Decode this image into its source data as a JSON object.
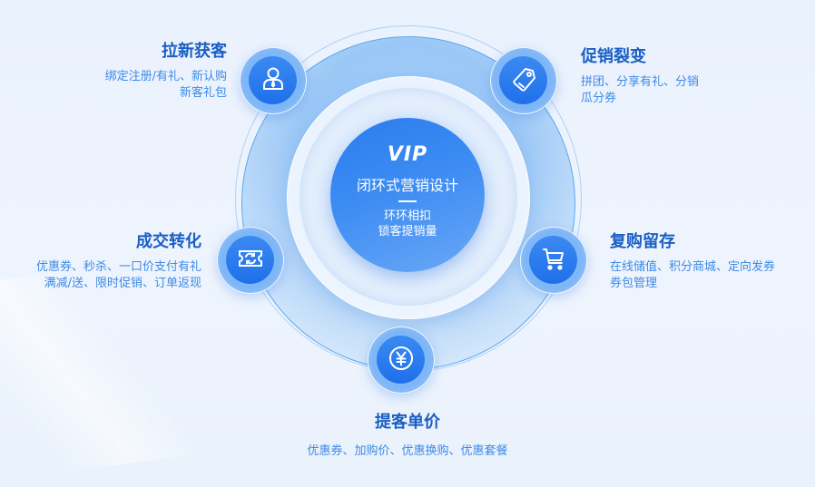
{
  "center": {
    "badge": "VIP",
    "title": "闭环式营销设计",
    "subtitle_lines": [
      "环环相扣",
      "锁客提销量"
    ]
  },
  "nodes": [
    {
      "id": "acquire",
      "title": "拉新获客",
      "desc_lines": [
        "绑定注册/有礼、新认购",
        "新客礼包"
      ],
      "icon": "user-icon"
    },
    {
      "id": "promote",
      "title": "促销裂变",
      "desc_lines": [
        "拼团、分享有礼、分销",
        "瓜分券"
      ],
      "icon": "tag-icon"
    },
    {
      "id": "convert",
      "title": "成交转化",
      "desc_lines": [
        "优惠券、秒杀、一口价支付有礼",
        "满减/送、限时促销、订单返现"
      ],
      "icon": "ticket-refresh-icon"
    },
    {
      "id": "retain",
      "title": "复购留存",
      "desc_lines": [
        "在线储值、积分商城、定向发券",
        "券包管理"
      ],
      "icon": "cart-icon"
    },
    {
      "id": "upsell",
      "title": "提客单价",
      "desc_lines": [
        "优惠券、加购价、优惠换购、优惠套餐"
      ],
      "icon": "yuan-icon"
    }
  ],
  "colors": {
    "accent": "#1f6feb",
    "title_text": "#1a5fc4",
    "desc_text": "#3d8ae8",
    "background": "#eaf2fd"
  }
}
